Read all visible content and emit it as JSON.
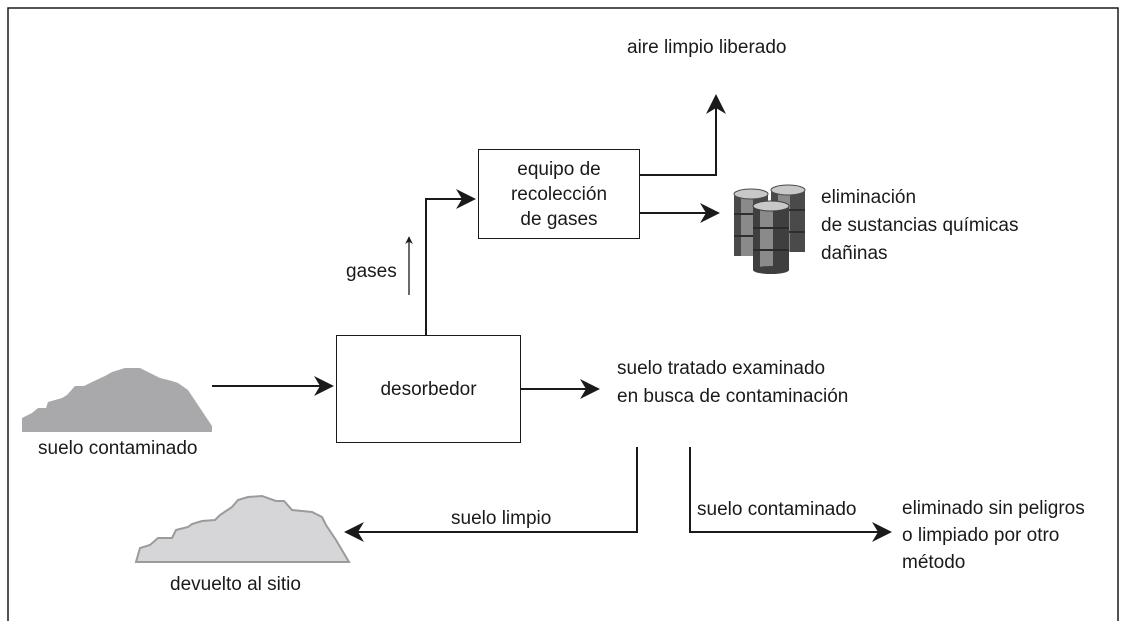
{
  "labels": {
    "aire": "aire limpio liberado",
    "gases": "gases",
    "equipo_1": "equipo de",
    "equipo_2": "recolección",
    "equipo_3": "de gases",
    "eliminacion_1": "eliminación",
    "eliminacion_2": "de sustancias químicas",
    "eliminacion_3": "dañinas",
    "desorbedor": "desorbedor",
    "tratado_1": "suelo tratado examinado",
    "tratado_2": "en busca de contaminación",
    "suelo_contaminado_in": "suelo contaminado",
    "suelo_limpio": "suelo limpio",
    "suelo_contaminado_out": "suelo contaminado",
    "eliminado_1": "eliminado sin peligros",
    "eliminado_2": "o limpiado por otro",
    "eliminado_3": "método",
    "devuelto": "devuelto al sitio"
  },
  "icons": {
    "contaminated_pile": "soil-pile-icon",
    "clean_pile": "soil-pile-icon",
    "barrels": "chemical-barrels-icon"
  },
  "colors": {
    "line": "#1a1a1a",
    "contaminated_soil": "#a9a9ab",
    "clean_soil_fill": "#d6d6d8",
    "clean_soil_stroke": "#9b9b9d",
    "barrel_dark": "#4a4a4a",
    "barrel_mid": "#8a8a8a",
    "barrel_light": "#c8c8c8"
  }
}
